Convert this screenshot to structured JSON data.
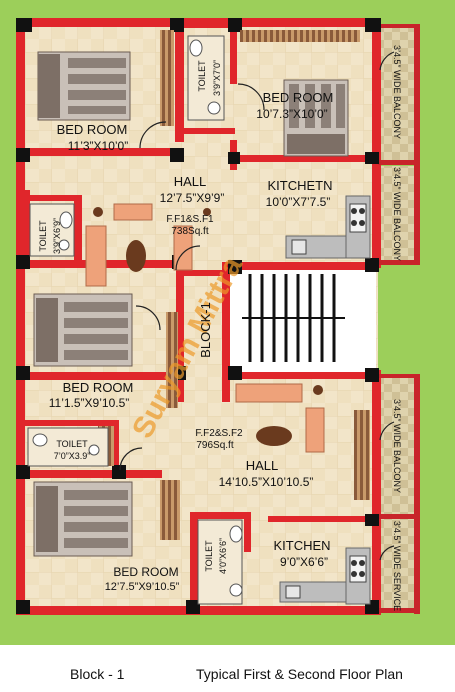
{
  "plan": {
    "rooms": [
      {
        "key": "bed1",
        "name": "BED ROOM",
        "dims": "11’3”X10’0”"
      },
      {
        "key": "bed2",
        "name": "BED ROOM",
        "dims": "10’7.3”X10’0”"
      },
      {
        "key": "hall1",
        "name": "HALL",
        "dims": "12’7.5”X9’9”"
      },
      {
        "key": "kitchen1",
        "name": "KITCHETN",
        "dims": "10’0”X7’7.5”"
      },
      {
        "key": "bed3",
        "name": "BED ROOM",
        "dims": "11’1.5”X9’10.5”"
      },
      {
        "key": "hall2",
        "name": "HALL",
        "dims": "14’10.5”X10’10.5”"
      },
      {
        "key": "bed4",
        "name": "BED ROOM",
        "dims": "12’7.5”X9’10.5”"
      },
      {
        "key": "kitchen2",
        "name": "KITCHEN",
        "dims": "9’0”X6’6”"
      }
    ],
    "toilets": [
      {
        "key": "toilet1",
        "name": "TOILET",
        "dims": "3’9”X7’0”"
      },
      {
        "key": "toilet2",
        "name": "TOILET",
        "dims": "3’9”X6’9”"
      },
      {
        "key": "toilet3",
        "name": "TOILET",
        "dims": "7’0”X3.9”"
      },
      {
        "key": "toilet4",
        "name": "TOILET",
        "dims": "4’0”X6’6”"
      }
    ],
    "balconies": [
      {
        "key": "balc1",
        "text": "3’4.5” WIDE BALCONY"
      },
      {
        "key": "balc2",
        "text": "3’4.5” WIDE BALCONY"
      },
      {
        "key": "balc3",
        "text": "3’4.5” WIDE BALCONY"
      },
      {
        "key": "service",
        "text": "3’4.5” WIDE SERVICE"
      }
    ],
    "flats": [
      {
        "key": "ff1",
        "line1": "F.F1&S.F1",
        "line2": "738Sq.ft"
      },
      {
        "key": "ff2",
        "line1": "F.F2&S.F2",
        "line2": "796Sq.ft"
      }
    ],
    "block_label": "BLOCK-1",
    "watermark": "Suryam Mittra"
  },
  "footer": {
    "block": "Block - 1",
    "title": "Typical First & Second Floor Plan"
  },
  "colors": {
    "background": "#9ccf5a",
    "wall": "#e0262b",
    "floor": "#f1e4c8",
    "balcony": "#dcd1a8"
  }
}
